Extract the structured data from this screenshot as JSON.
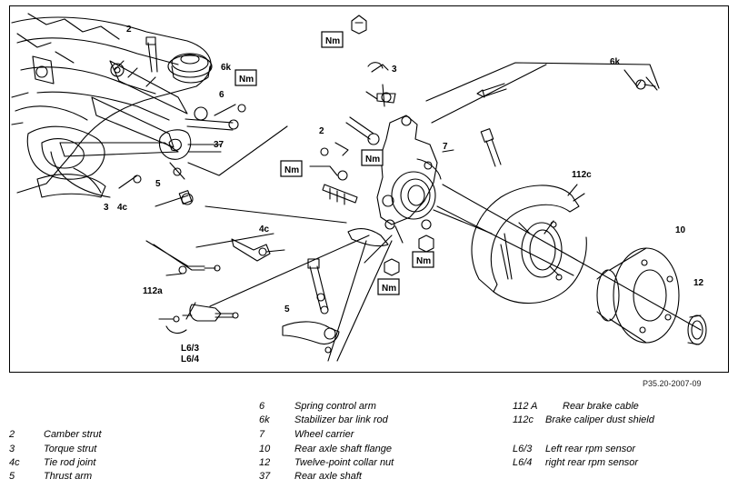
{
  "figure": {
    "callouts": {
      "c2_top": "2",
      "c3_left": "3",
      "c4c_left": "4c",
      "c5_left": "5",
      "c6k_left": "6k",
      "c6": "6",
      "c37": "37",
      "c112a": "112a",
      "c3_mid": "3",
      "c2_mid": "2",
      "c7": "7",
      "c4c_mid": "4c",
      "c5_mid": "5",
      "c6k_right": "6k",
      "c112c": "112c",
      "c10": "10",
      "c12": "12",
      "cL63": "L6/3",
      "cL64": "L6/4"
    },
    "torque_marker": "Nm",
    "reference_code": "P35.20-2007-09"
  },
  "legend": {
    "col1": [
      {
        "code": "2",
        "desc": "Camber strut"
      },
      {
        "code": "3",
        "desc": "Torque strut"
      },
      {
        "code": "4c",
        "desc": "Tie rod joint"
      },
      {
        "code": "5",
        "desc": "Thrust arm"
      }
    ],
    "col2": [
      {
        "code": "6",
        "desc": "Spring control arm"
      },
      {
        "code": "6k",
        "desc": "Stabilizer bar link rod"
      },
      {
        "code": "7",
        "desc": "Wheel carrier"
      },
      {
        "code": "10",
        "desc": "Rear axle shaft flange"
      },
      {
        "code": "12",
        "desc": "Twelve-point collar nut"
      },
      {
        "code": "37",
        "desc": "Rear axle shaft"
      }
    ],
    "col3": [
      {
        "code": "112 A",
        "desc": "Rear brake cable"
      },
      {
        "code": "112c",
        "desc": "Brake caliper dust shield"
      },
      {
        "code": "L6/3",
        "desc": "Left rear rpm sensor"
      },
      {
        "code": "L6/4",
        "desc": "right rear rpm sensor"
      }
    ]
  }
}
